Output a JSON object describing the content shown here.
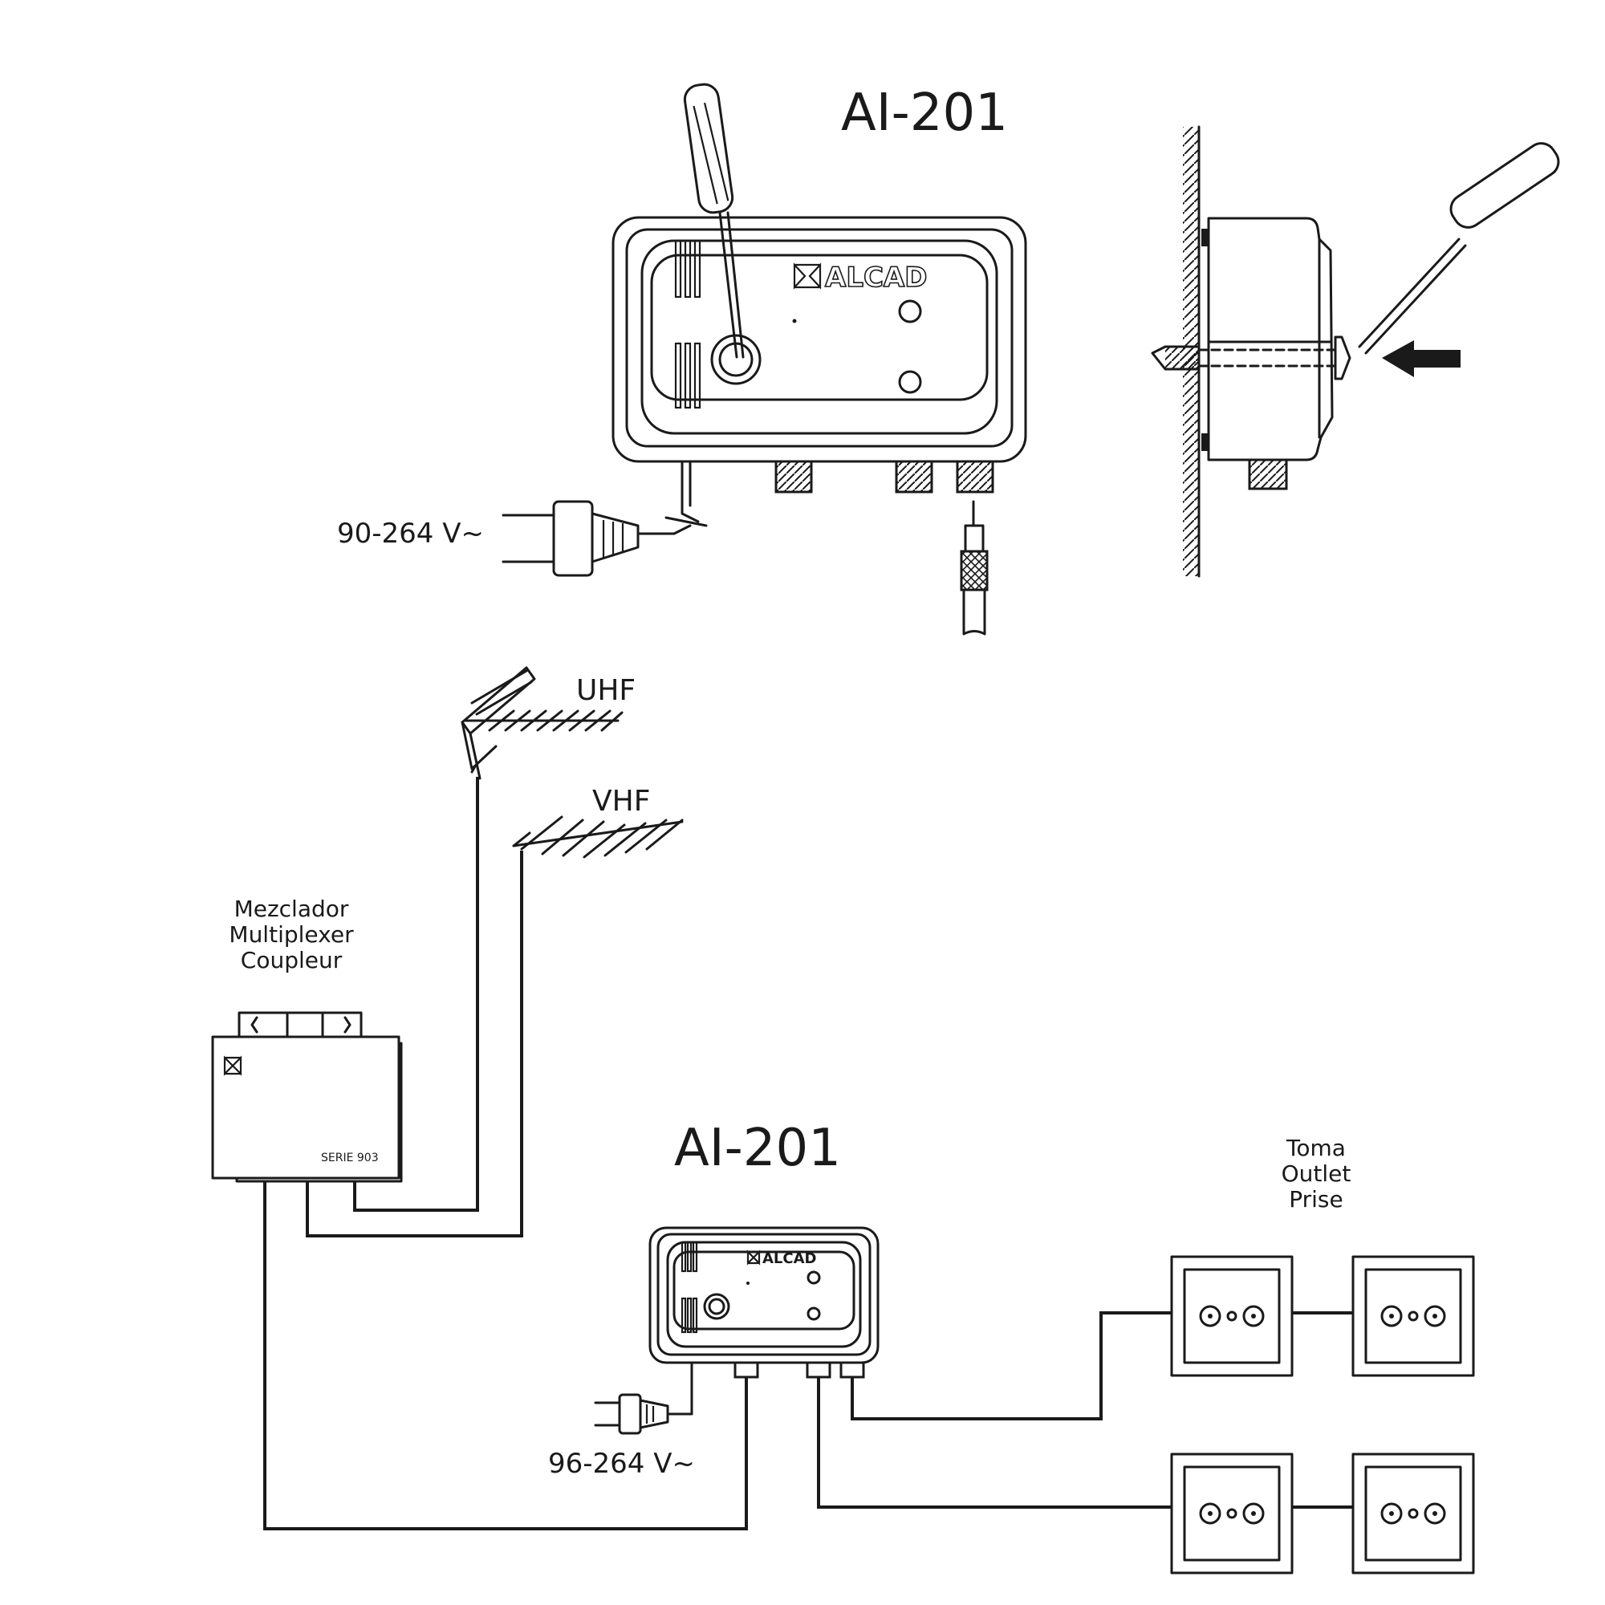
{
  "top": {
    "model": "AI-201",
    "brand": "ALCAD",
    "voltage": "90-264 V~"
  },
  "antennas": {
    "uhf": "UHF",
    "vhf": "VHF"
  },
  "mixer": {
    "label_es": "Mezclador",
    "label_en": "Multiplexer",
    "label_fr": "Coupleur",
    "series": "SERIE 903"
  },
  "bottom": {
    "model": "AI-201",
    "brand": "ALCAD",
    "voltage": "96-264 V~"
  },
  "outlets": {
    "label_es": "Toma",
    "label_en": "Outlet",
    "label_fr": "Prise"
  }
}
